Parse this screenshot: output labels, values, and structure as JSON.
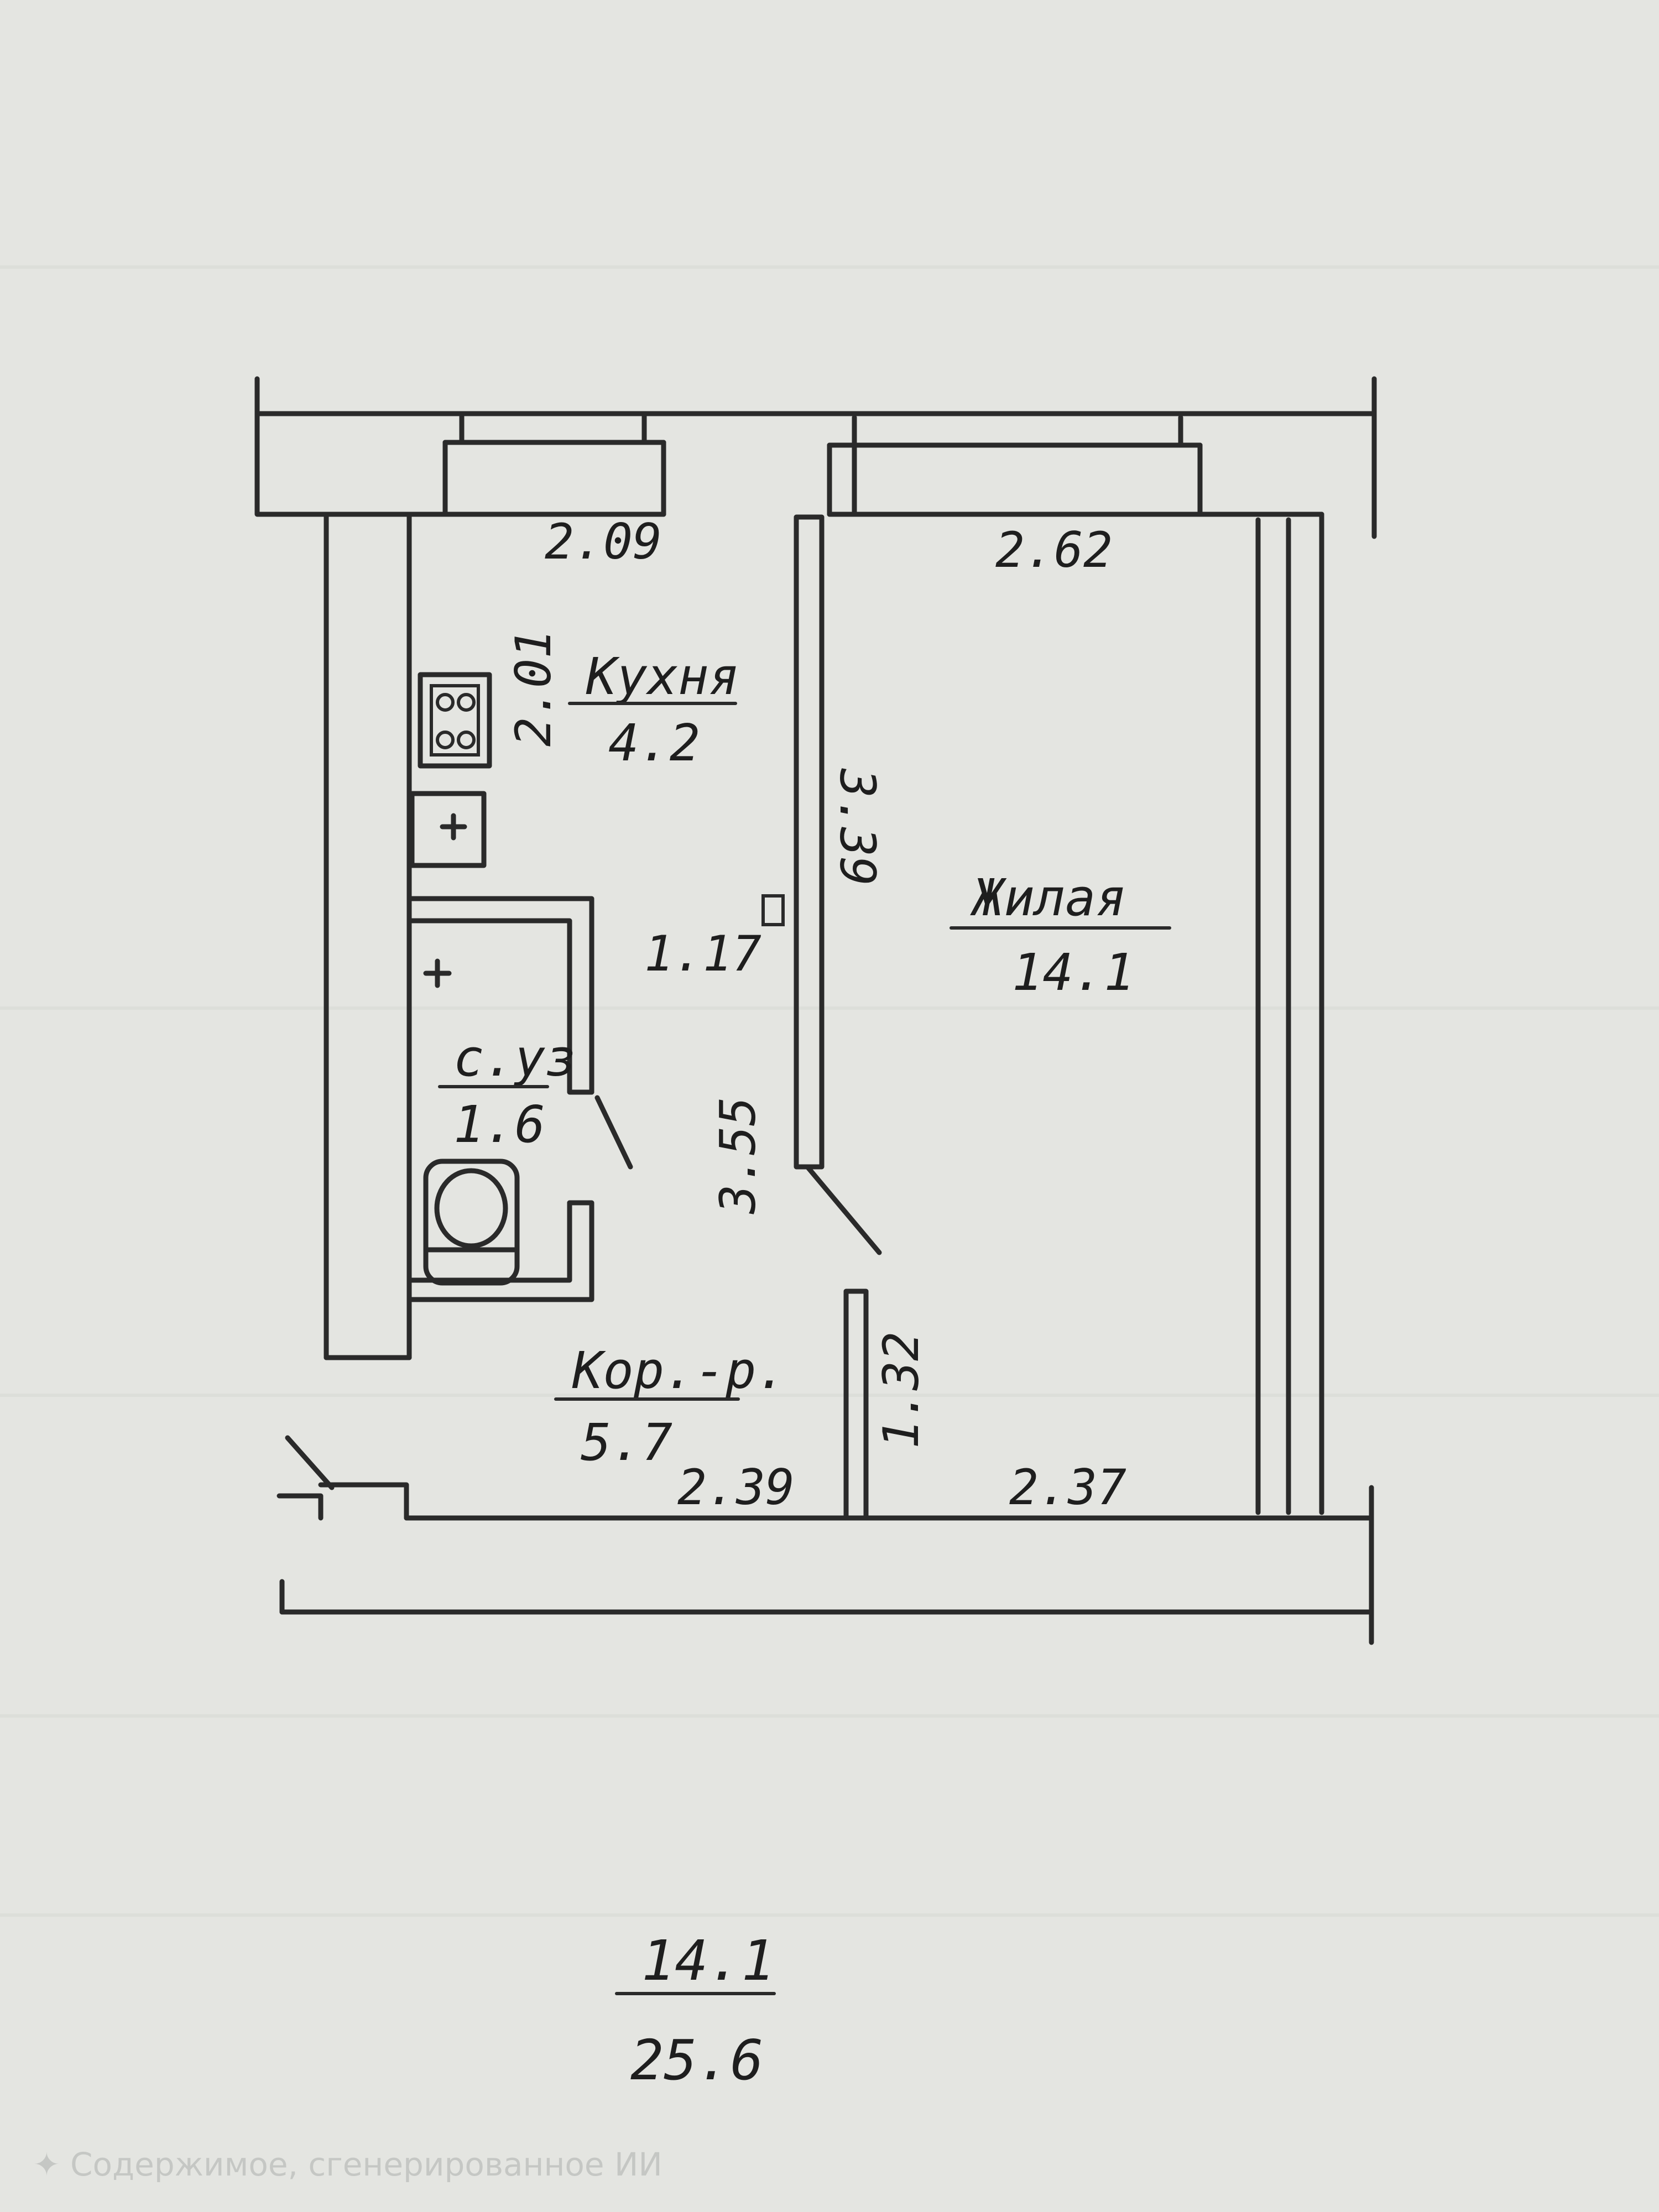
{
  "rooms": {
    "kitchen": {
      "name": "Кухня",
      "area": "4.2"
    },
    "living": {
      "name": "Жилая",
      "area": "14.1"
    },
    "bathroom": {
      "name": "с.уз",
      "area": "1.6"
    },
    "corridor": {
      "name": "Кор.-р.",
      "area": "5.7"
    }
  },
  "dimensions": {
    "kitchen_width": "2.09",
    "living_width": "2.62",
    "kitchen_depth": "2.01",
    "living_depth_upper": "3.39",
    "hall_width": "1.17",
    "hall_length": "3.55",
    "partition_length": "1.32",
    "corridor_bottom_left": "2.39",
    "corridor_bottom_right": "2.37"
  },
  "totals": {
    "living_area": "14.1",
    "total_area": "25.6"
  },
  "footer": {
    "text": "Содержимое, сгенерированное ИИ"
  }
}
